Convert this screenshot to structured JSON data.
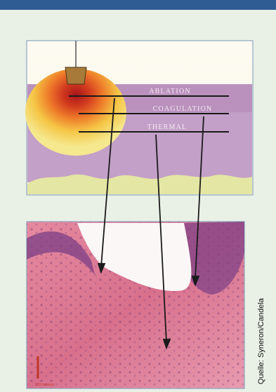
{
  "diagram": {
    "layers": [
      {
        "id": "ablation",
        "label": "Ablation"
      },
      {
        "id": "coagulation",
        "label": "Coagulation"
      },
      {
        "id": "thermal",
        "label": "Thermal"
      }
    ],
    "scale_label": "100 microns"
  },
  "credit": "Quelle: Syneron/Candela",
  "colors": {
    "header": "#2e5c93",
    "background": "#e9f1e6",
    "skin_purple": "#b88ab6",
    "ablation": "#c0392b",
    "coagulation": "#e87a2b",
    "thermal": "#f5e07a",
    "tissue": "#d86c8a",
    "line": "#1a1a1a"
  }
}
